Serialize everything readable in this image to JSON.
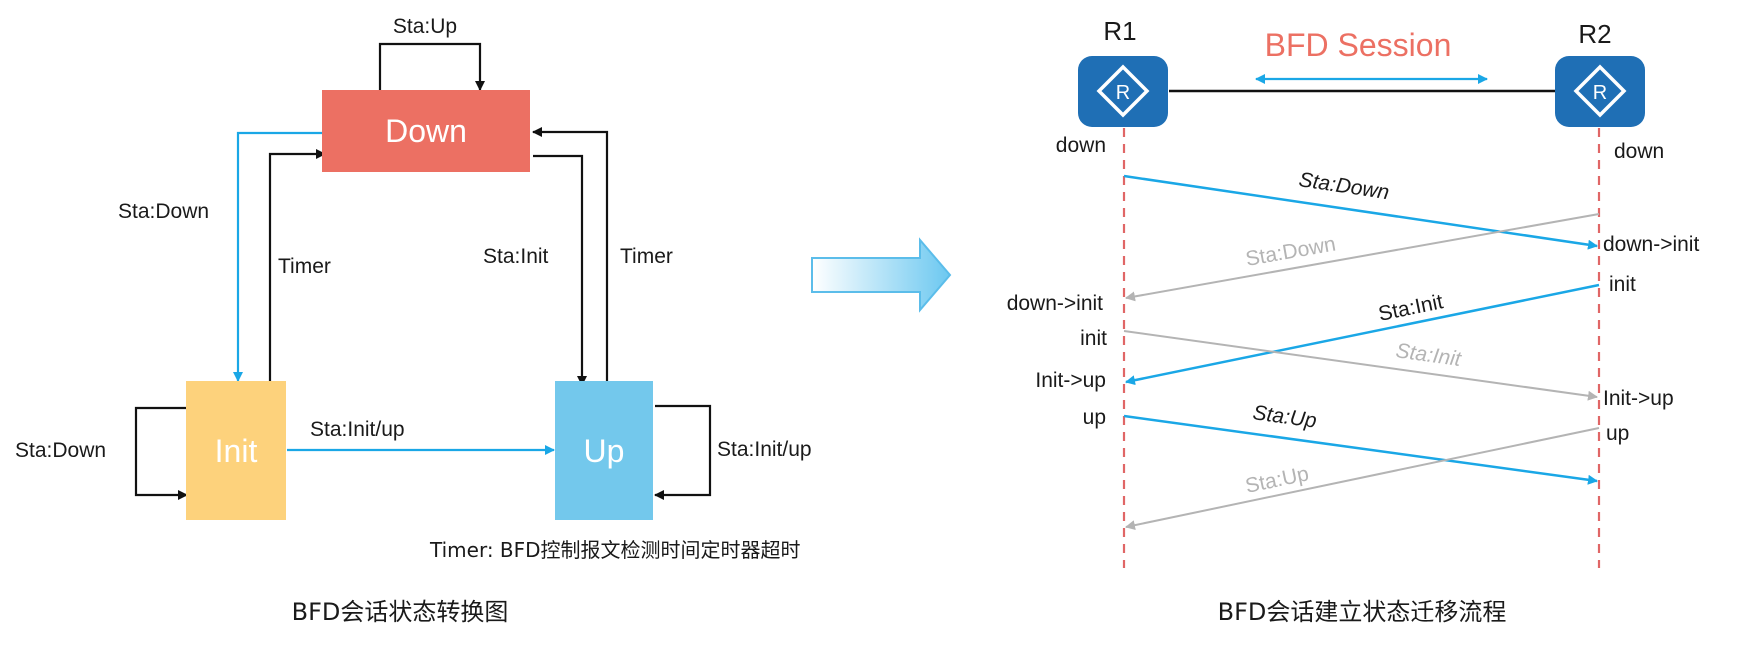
{
  "state_machine": {
    "states": {
      "down": {
        "label": "Down",
        "color": "#ec7063"
      },
      "init": {
        "label": "Init",
        "color": "#fdd27c"
      },
      "up": {
        "label": "Up",
        "color": "#73c8ec"
      }
    },
    "transitions": {
      "down_self": "Sta:Up",
      "down_to_init": "Sta:Down",
      "init_to_down": "Timer",
      "down_to_up": "Sta:Init",
      "up_to_down": "Timer",
      "init_self": "Sta:Down",
      "init_to_up": "Sta:Init/up",
      "up_self": "Sta:Init/up"
    },
    "note": "Timer: BFD控制报文检测时间定时器超时",
    "caption": "BFD会话状态转换图"
  },
  "sequence": {
    "r1": {
      "name": "R1",
      "states": [
        "down",
        "down->init",
        "init",
        "Init->up",
        "up"
      ]
    },
    "r2": {
      "name": "R2",
      "states": [
        "down",
        "down->init",
        "init",
        "Init->up",
        "up"
      ]
    },
    "session_label": "BFD Session",
    "messages": {
      "m1": "Sta:Down",
      "m2": "Sta:Down",
      "m3": "Sta:Init",
      "m4": "Sta:Init",
      "m5": "Sta:Up",
      "m6": "Sta:Up"
    },
    "caption": "BFD会话建立状态迁移流程"
  },
  "colors": {
    "blue_arrow": "#1aa7e6",
    "grey_arrow": "#b4b4b4",
    "router": "#1f6fb5",
    "session_text": "#ec7063",
    "lifeline": "#e06666"
  },
  "icons": {
    "router": "router-icon",
    "transition": "right-arrow-icon"
  }
}
